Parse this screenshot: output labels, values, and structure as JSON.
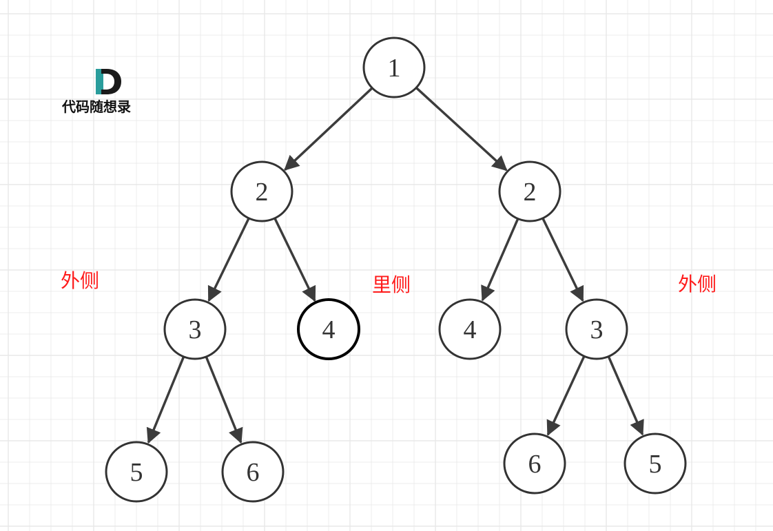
{
  "logo": {
    "text": "代码随想录",
    "colors": {
      "dark": "#1a1a1a",
      "accent": "#2a9d9c"
    }
  },
  "labels": {
    "left_outer": "外侧",
    "inner": "里侧",
    "right_outer": "外侧"
  },
  "tree": {
    "nodes": [
      {
        "id": "root",
        "value": "1",
        "highlight": false
      },
      {
        "id": "l",
        "value": "2",
        "highlight": false
      },
      {
        "id": "r",
        "value": "2",
        "highlight": false
      },
      {
        "id": "ll",
        "value": "3",
        "highlight": false
      },
      {
        "id": "lr",
        "value": "4",
        "highlight": true
      },
      {
        "id": "rl",
        "value": "4",
        "highlight": false
      },
      {
        "id": "rr",
        "value": "3",
        "highlight": false
      },
      {
        "id": "lll",
        "value": "5",
        "highlight": false
      },
      {
        "id": "llr",
        "value": "6",
        "highlight": false
      },
      {
        "id": "rrl",
        "value": "6",
        "highlight": false
      },
      {
        "id": "rrr",
        "value": "5",
        "highlight": false
      }
    ],
    "edges": [
      [
        "root",
        "l"
      ],
      [
        "root",
        "r"
      ],
      [
        "l",
        "ll"
      ],
      [
        "l",
        "lr"
      ],
      [
        "r",
        "rl"
      ],
      [
        "r",
        "rr"
      ],
      [
        "ll",
        "lll"
      ],
      [
        "ll",
        "llr"
      ],
      [
        "rr",
        "rrl"
      ],
      [
        "rr",
        "rrr"
      ]
    ]
  },
  "colors": {
    "grid": "#e8e8e8",
    "edge": "#3c3c3c",
    "node_stroke": "#333333",
    "node_highlight_stroke": "#000000",
    "label_red": "#ff1a1a"
  }
}
